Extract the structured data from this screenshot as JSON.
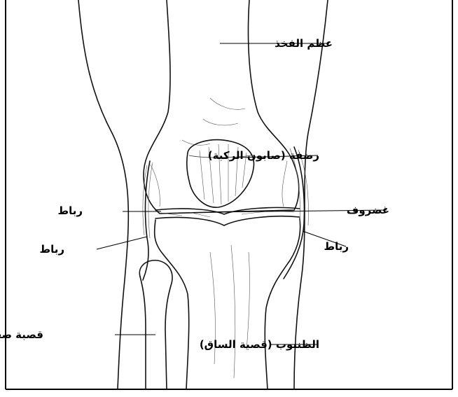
{
  "labels": {
    "femur": "عظم الفخذ",
    "patella": "رضفة (صابون الركبة)",
    "ligament_upper_left": "رباط",
    "cartilage": "غضروف",
    "ligament_lower_left": "رباط",
    "ligament_right": "رباط",
    "fibula": "قصبة صغرى",
    "tibia": "الظنبوب (قصبة الساق)"
  }
}
